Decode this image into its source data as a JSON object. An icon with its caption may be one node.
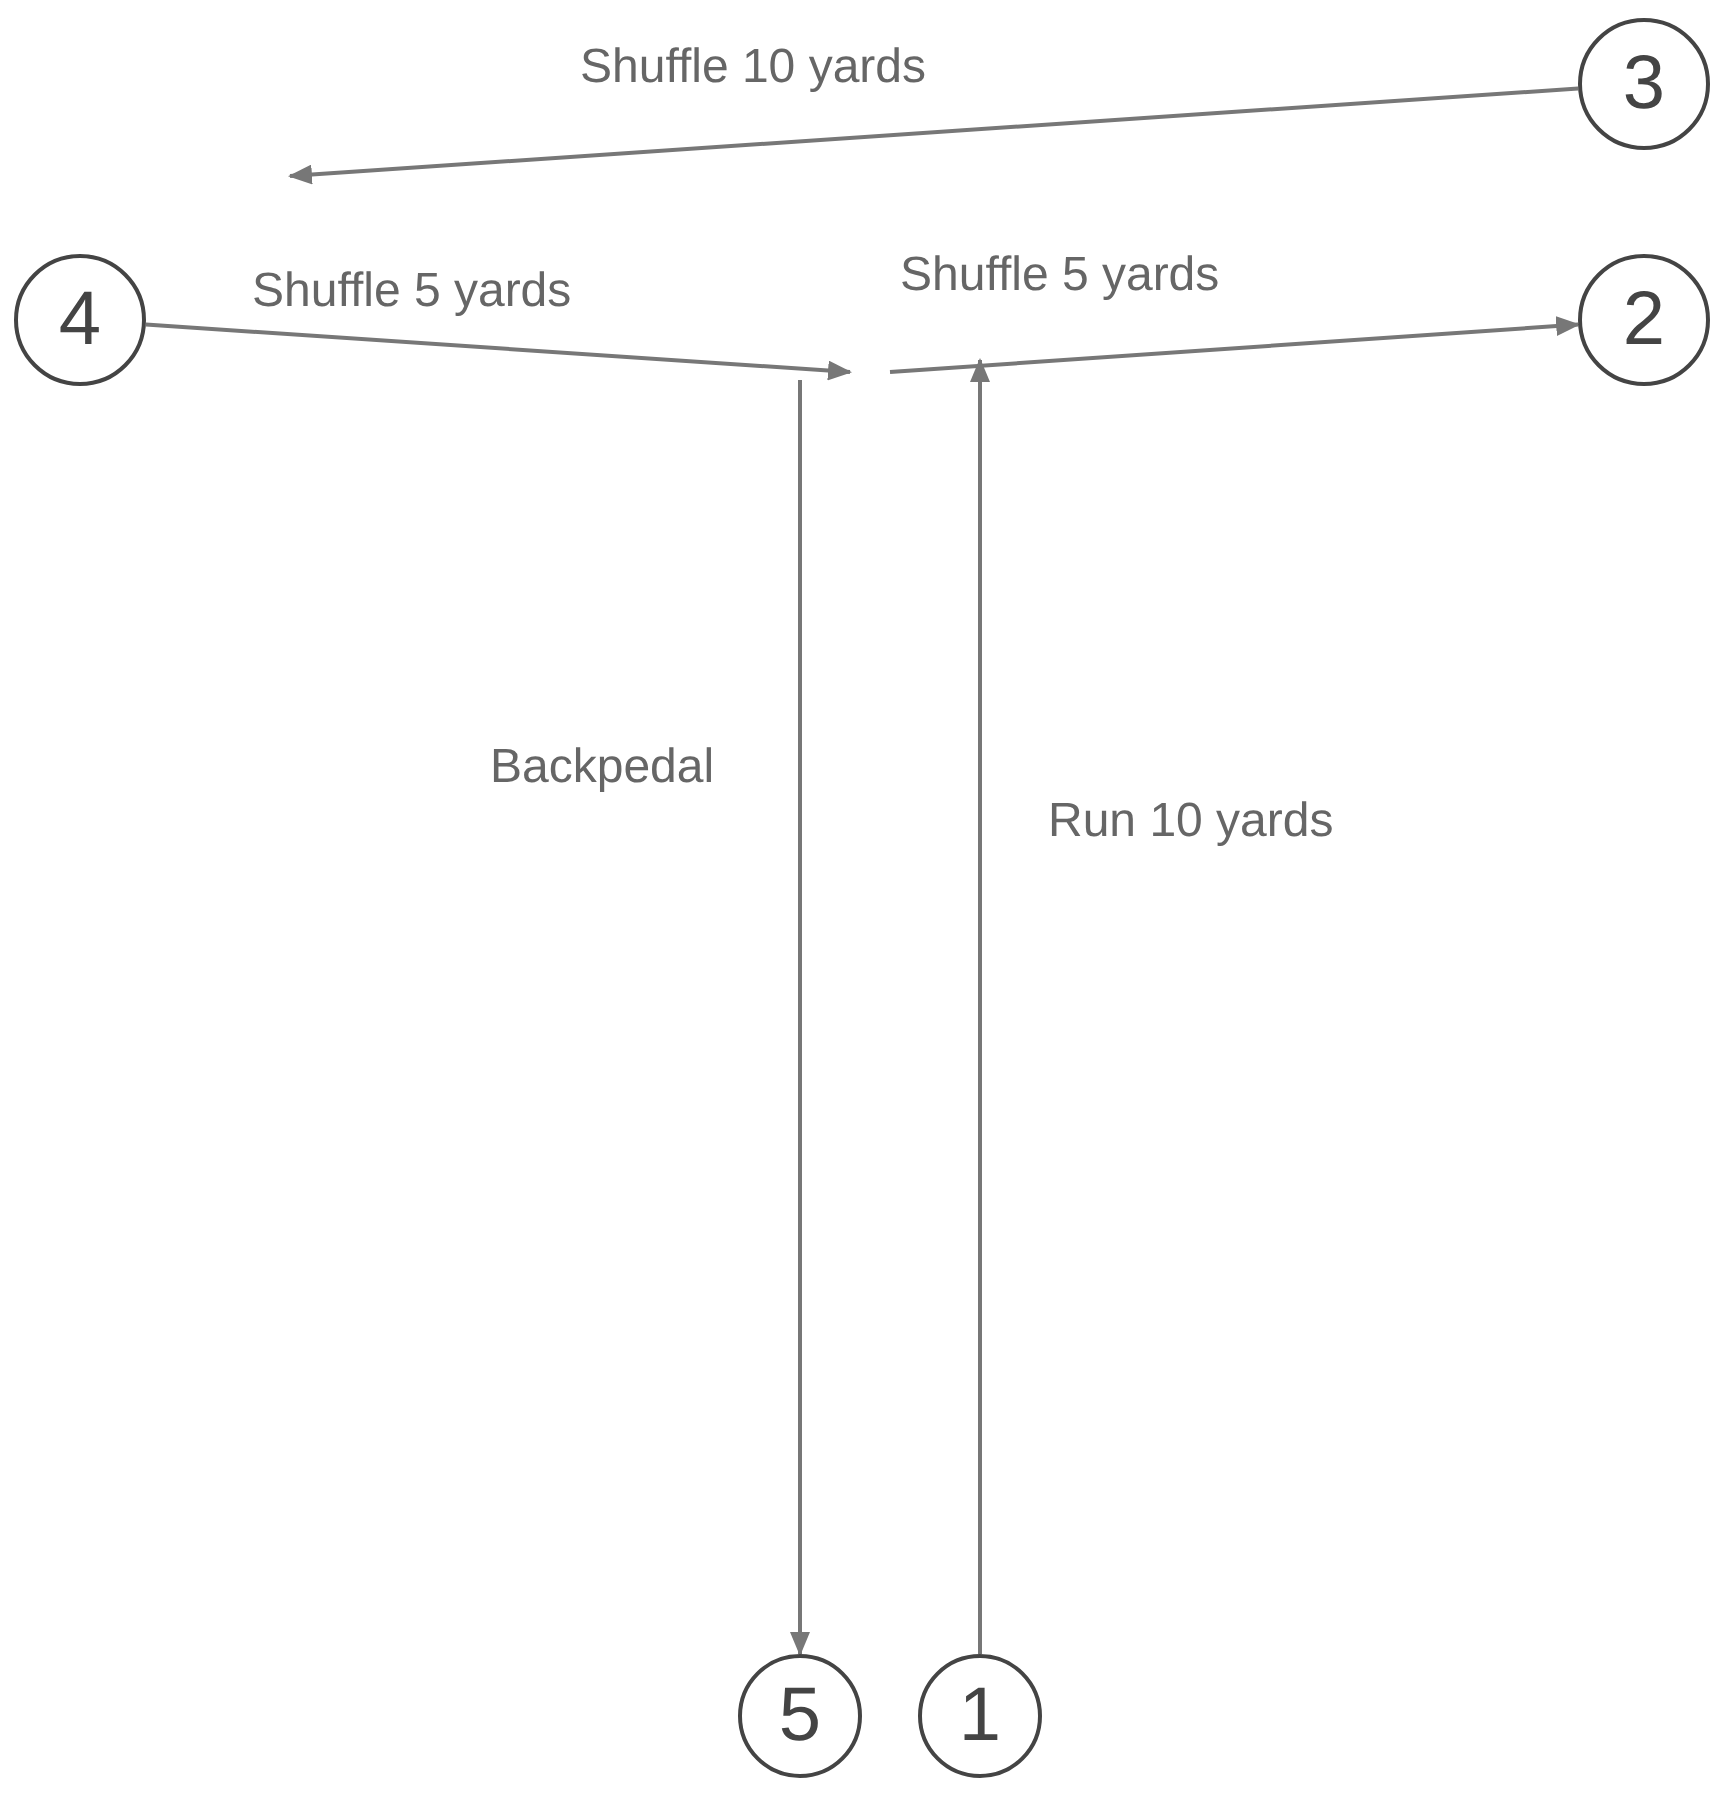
{
  "diagram": {
    "nodes": [
      {
        "text": [
          "1"
        ]
      },
      {
        "text": [
          "2"
        ]
      },
      {
        "text": [
          "3"
        ]
      },
      {
        "text": [
          "4"
        ]
      },
      {
        "text": [
          "5"
        ]
      }
    ],
    "edges": [
      {
        "from": 0,
        "to": null,
        "arrow": "to",
        "label": "Run 10 yards"
      },
      {
        "from": null,
        "to": 1,
        "arrow": "to",
        "label": "Shuffle 5 yards"
      },
      {
        "from": 2,
        "to": null,
        "arrow": "to",
        "label": "Shuffle 10 yards"
      },
      {
        "from": 3,
        "to": null,
        "arrow": "to",
        "label": "Shuffle 5 yards"
      },
      {
        "from": null,
        "to": 4,
        "arrow": "to",
        "label": "Backpedal"
      }
    ]
  }
}
